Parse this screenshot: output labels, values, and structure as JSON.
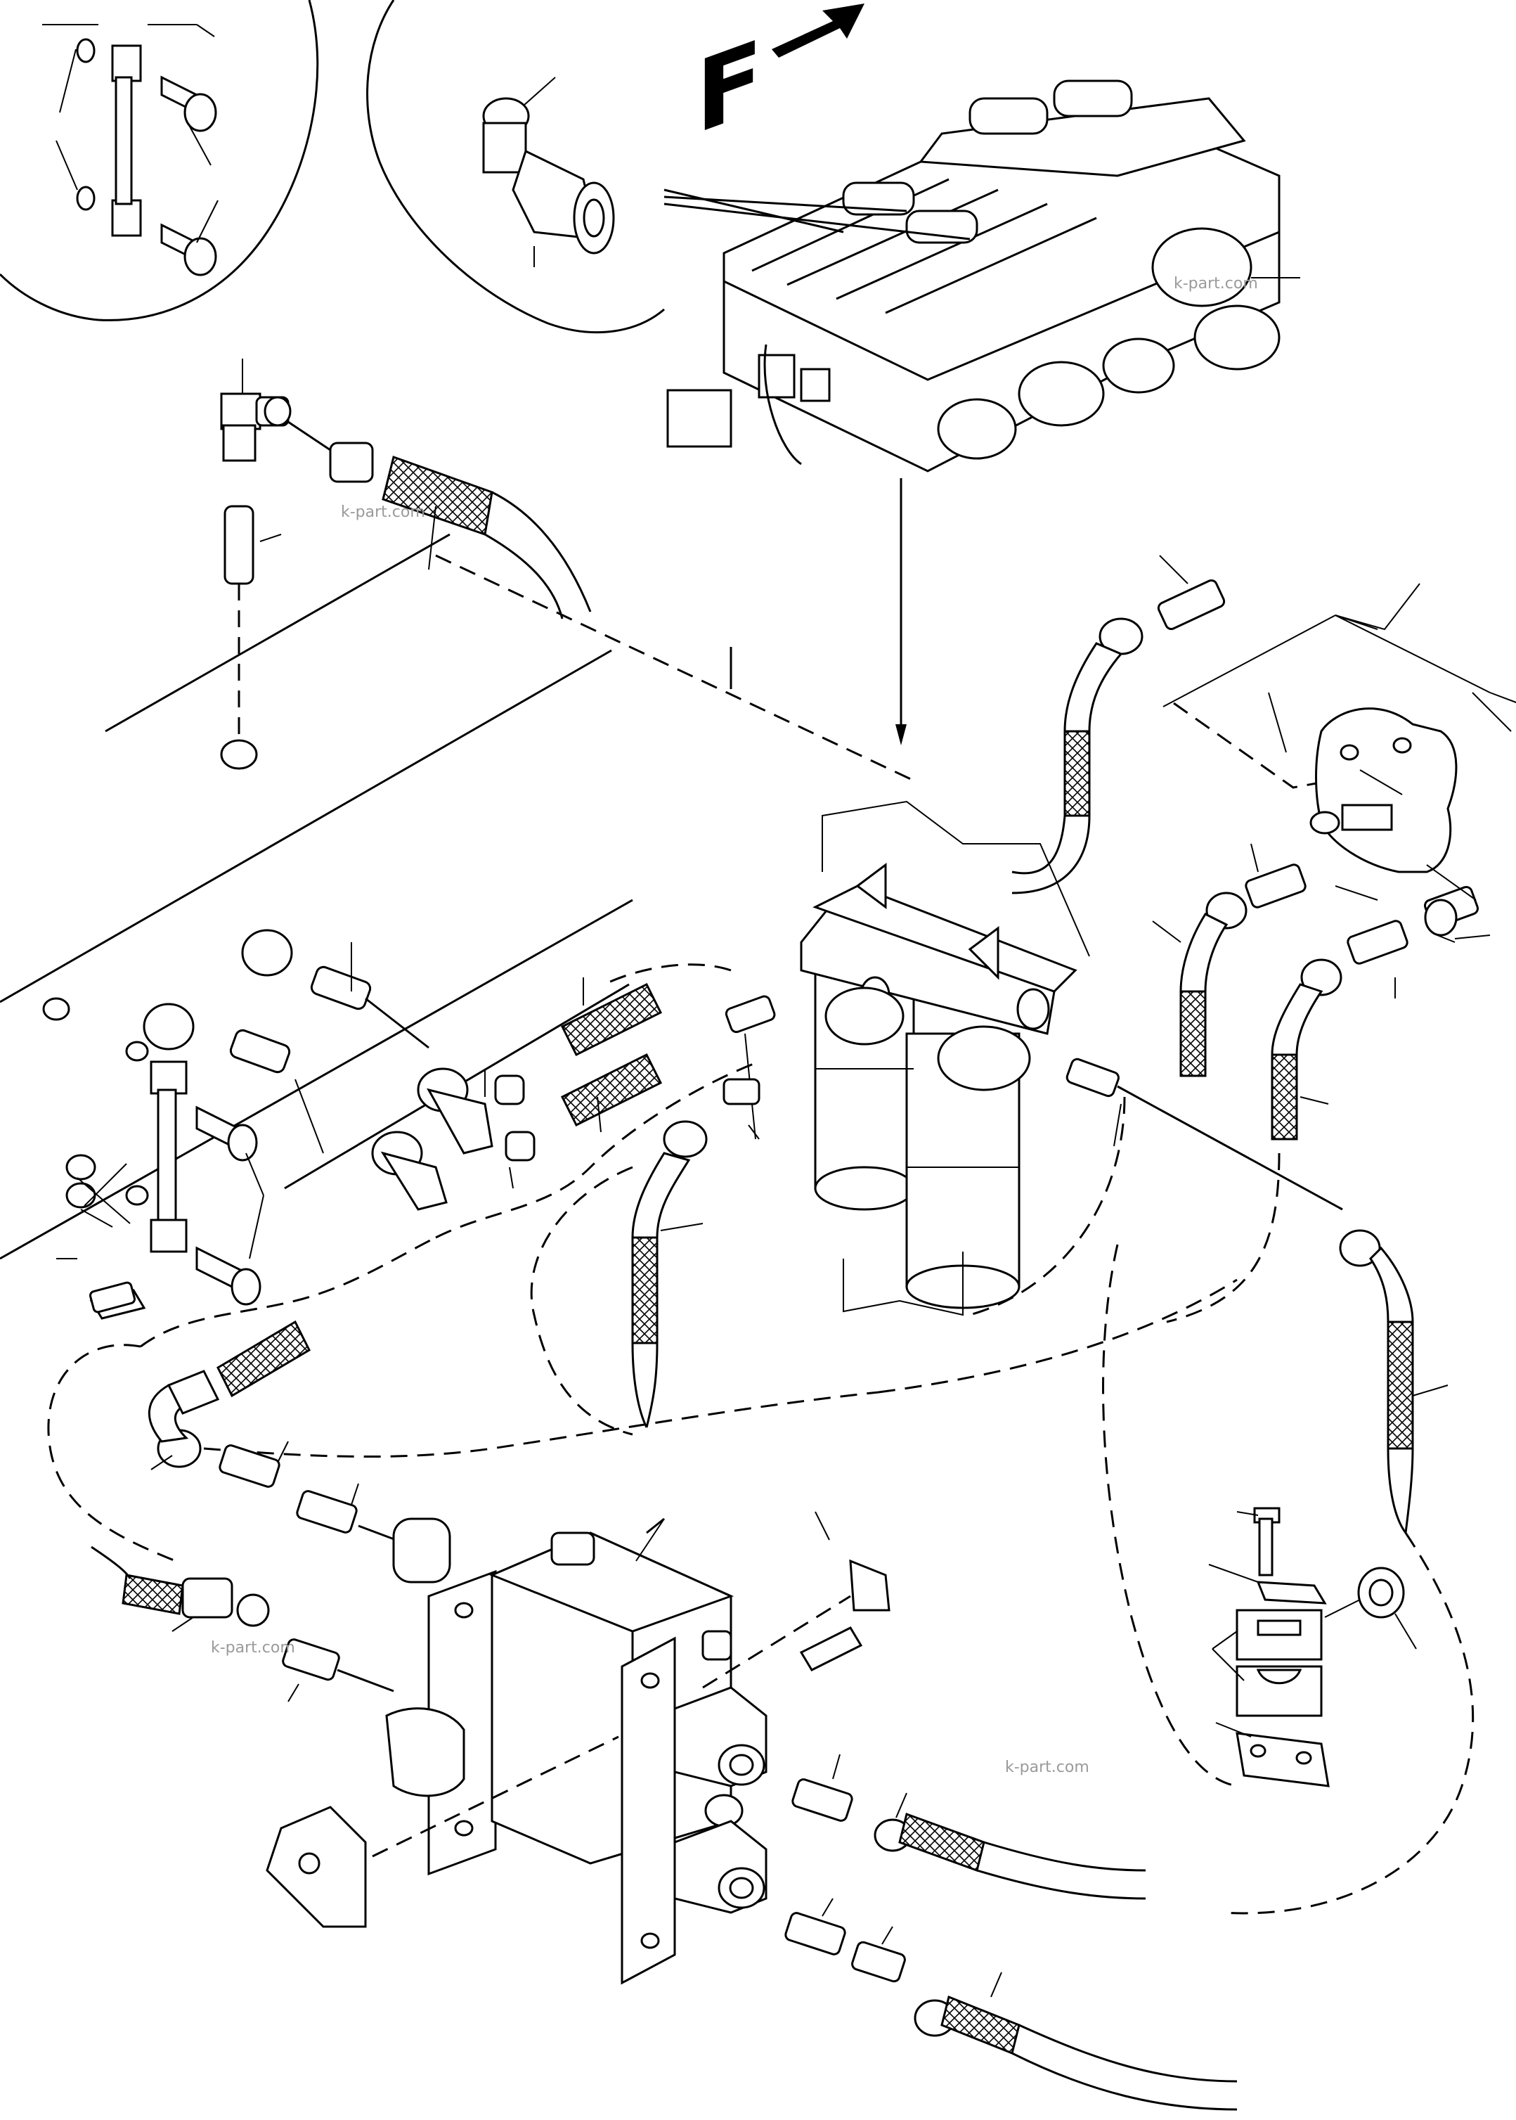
{
  "diagram": {
    "direction_marker": "F",
    "watermarks": [
      "k-part.com",
      "k-part.com",
      "k-part.com",
      "k-part.com"
    ]
  },
  "colors": {
    "line": "#000000",
    "background": "#ffffff",
    "watermark": "#9a9a9a"
  }
}
